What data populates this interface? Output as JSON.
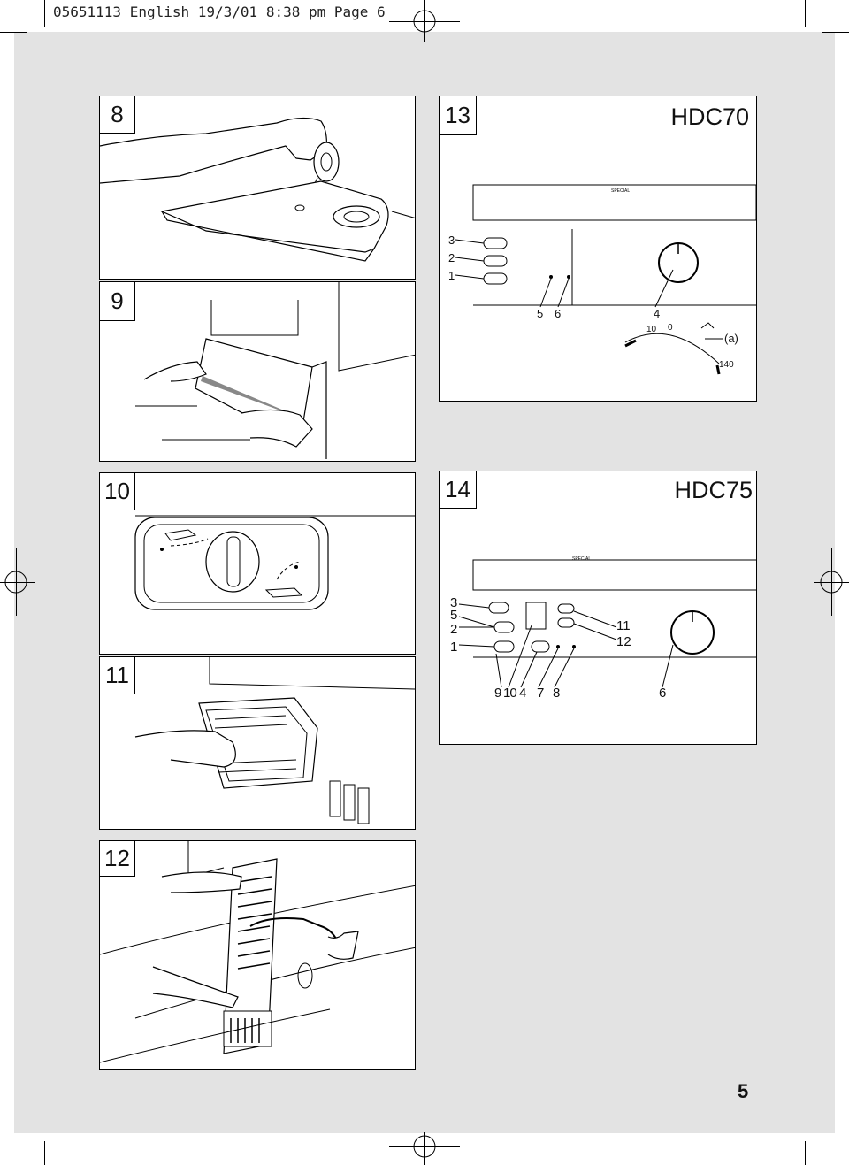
{
  "header": "05651113 English 19/3/01 8:38 pm Page 6",
  "panels": {
    "p8": "8",
    "p9": "9",
    "p10": "10",
    "p11": "11",
    "p12": "12",
    "p13": "13",
    "p14": "14"
  },
  "models": {
    "hdc70": "HDC70",
    "hdc75": "HDC75"
  },
  "hdc70_labels": {
    "l3": "3",
    "l2": "2",
    "l1": "1",
    "l5": "5",
    "l6": "6",
    "l4": "4",
    "d10": "10",
    "d0": "0",
    "a": "(a)",
    "d140": "140"
  },
  "hdc75_labels": {
    "l3": "3",
    "l5": "5",
    "l2": "2",
    "l1": "1",
    "l11": "11",
    "l12": "12",
    "l9": "9",
    "l10": "10",
    "l4": "4",
    "l7": "7",
    "l8": "8",
    "l6": "6"
  },
  "panel_text": {
    "special": "SPECIAL"
  },
  "page_number": "5"
}
